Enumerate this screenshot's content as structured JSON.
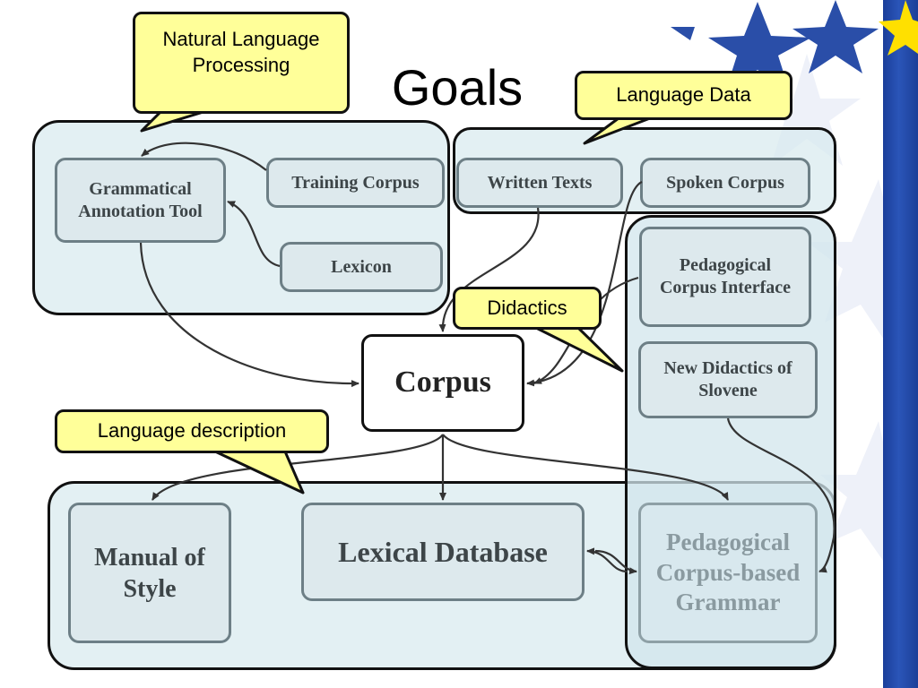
{
  "title": "Goals",
  "colors": {
    "callout_fill": "#ffff99",
    "group_fill": "#d8eaee",
    "node_fill": "#dde9ed",
    "eu_blue": "#1b3e9a",
    "eu_star_yellow": "#ffe000"
  },
  "callouts": {
    "nlp": "Natural Language Processing",
    "language_data": "Language Data",
    "didactics": "Didactics",
    "language_description": "Language description"
  },
  "nodes": {
    "grammatical_annotation_tool": "Grammatical Annotation Tool",
    "training_corpus": "Training Corpus",
    "lexicon": "Lexicon",
    "written_texts": "Written Texts",
    "spoken_corpus": "Spoken Corpus",
    "pedagogical_corpus_interface": "Pedagogical Corpus Interface",
    "new_didactics_of_slovene": "New Didactics of Slovene",
    "corpus": "Corpus",
    "manual_of_style": "Manual of Style",
    "lexical_database": "Lexical Database",
    "pedagogical_corpus_based_grammar": "Pedagogical Corpus-based Grammar"
  },
  "decorations": {
    "flag_icon": "eu-flag-stars-icon"
  }
}
